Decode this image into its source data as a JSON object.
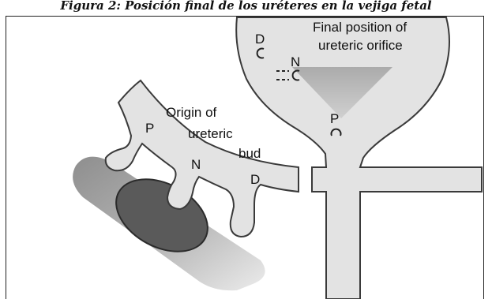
{
  "caption": "Figura 2: Posición final de los uréteres en la vejiga fetal",
  "labels": {
    "bladder_title_line1": "Final position of",
    "bladder_title_line2": "ureteric orifice",
    "bladder_D": "D",
    "bladder_N": "N",
    "bladder_P": "P",
    "origin_line1": "Origin of",
    "origin_line2": "ureteric",
    "origin_line3": "bud",
    "duct_P": "P",
    "duct_N": "N",
    "duct_D": "D"
  },
  "colors": {
    "duct_fill": "#e3e3e3",
    "outline": "#3a3a3a",
    "trigone": "#b9b9b9",
    "kidney": "#5a5a5a",
    "shadow": "#9a9a9a"
  }
}
